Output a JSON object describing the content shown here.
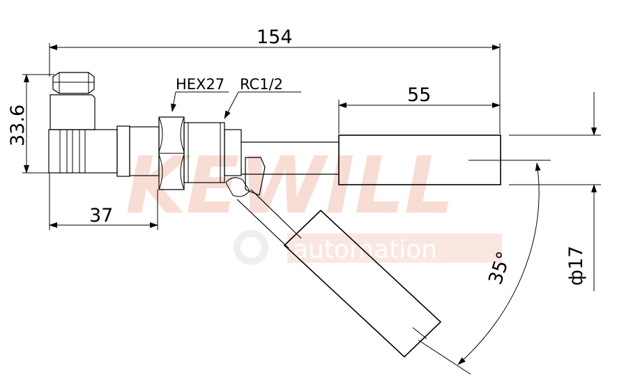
{
  "dimensions": {
    "overall_length": "154",
    "body_height": "33.6",
    "connector_length": "37",
    "float_length": "55",
    "float_diameter": "ф17",
    "angle": "35°"
  },
  "callouts": {
    "hex": "HEX27",
    "thread": "RC1/2"
  },
  "watermark": {
    "brand": "KEWILL",
    "sub": "automation",
    "color": "#f2b9a8"
  }
}
